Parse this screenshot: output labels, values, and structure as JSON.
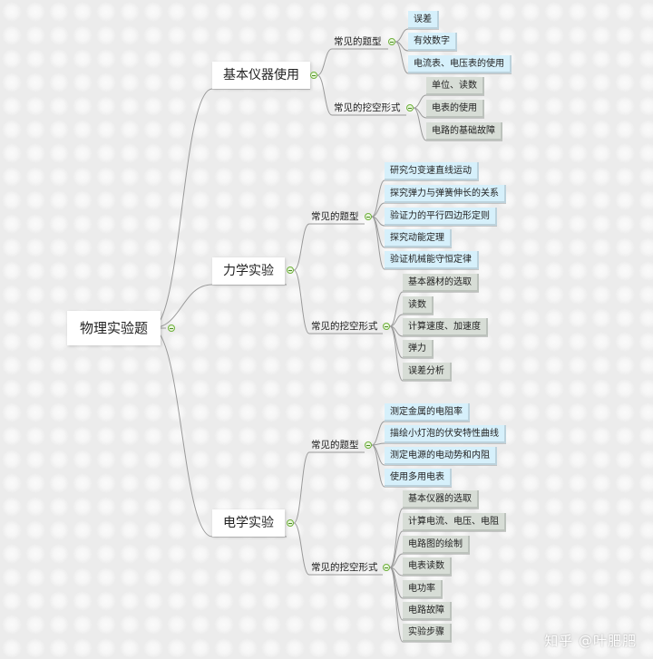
{
  "root": {
    "label": "物理实验题"
  },
  "branches": [
    {
      "label": "基本仪器使用",
      "groups": [
        {
          "label": "常见的题型",
          "items": [
            {
              "label": "误差",
              "style": "blue"
            },
            {
              "label": "有效数字",
              "style": "blue"
            },
            {
              "label": "电流表、电压表的使用",
              "style": "blue"
            }
          ]
        },
        {
          "label": "常见的挖空形式",
          "items": [
            {
              "label": "单位、读数",
              "style": "gray"
            },
            {
              "label": "电表的使用",
              "style": "gray"
            },
            {
              "label": "电路的基础故障",
              "style": "gray"
            }
          ]
        }
      ]
    },
    {
      "label": "力学实验",
      "groups": [
        {
          "label": "常见的题型",
          "items": [
            {
              "label": "研究匀变速直线运动",
              "style": "blue"
            },
            {
              "label": "探究弹力与弹簧伸长的关系",
              "style": "blue"
            },
            {
              "label": "验证力的平行四边形定则",
              "style": "blue"
            },
            {
              "label": "探究动能定理",
              "style": "blue"
            },
            {
              "label": "验证机械能守恒定律",
              "style": "blue"
            }
          ]
        },
        {
          "label": "常见的挖空形式",
          "items": [
            {
              "label": "基本器材的选取",
              "style": "gray"
            },
            {
              "label": "读数",
              "style": "gray"
            },
            {
              "label": "计算速度、加速度",
              "style": "gray"
            },
            {
              "label": "弹力",
              "style": "gray"
            },
            {
              "label": "误差分析",
              "style": "gray"
            }
          ]
        }
      ]
    },
    {
      "label": "电学实验",
      "groups": [
        {
          "label": "常见的题型",
          "items": [
            {
              "label": "测定金属的电阻率",
              "style": "blue"
            },
            {
              "label": "描绘小灯泡的伏安特性曲线",
              "style": "blue"
            },
            {
              "label": "测定电源的电动势和内阻",
              "style": "blue"
            },
            {
              "label": "使用多用电表",
              "style": "blue"
            }
          ]
        },
        {
          "label": "常见的挖空形式",
          "items": [
            {
              "label": "基本仪器的选取",
              "style": "gray"
            },
            {
              "label": "计算电流、电压、电阻",
              "style": "gray"
            },
            {
              "label": "电路图的绘制",
              "style": "gray"
            },
            {
              "label": "电表读数",
              "style": "gray"
            },
            {
              "label": "电功率",
              "style": "gray"
            },
            {
              "label": "电路故障",
              "style": "gray"
            },
            {
              "label": "实验步骤",
              "style": "gray"
            }
          ]
        }
      ]
    }
  ],
  "watermark": "知乎 @叶肥肥",
  "colors": {
    "line": "#9a9a9a",
    "toggle_border": "#6fb03c",
    "leaf_blue": "#d6f0fb",
    "leaf_gray": "#d7ddd6"
  }
}
